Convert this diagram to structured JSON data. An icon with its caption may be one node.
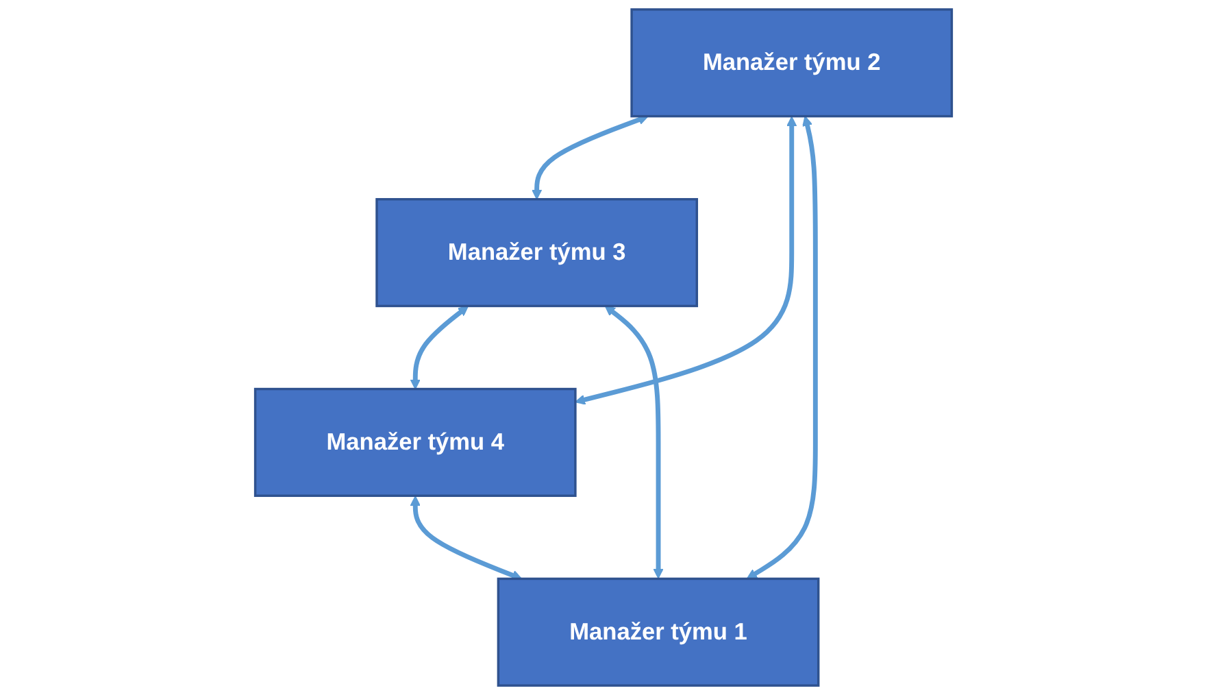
{
  "diagram": {
    "nodes": [
      {
        "text": [
          "Manažer týmu 2"
        ]
      },
      {
        "text": [
          "Manažer týmu 1"
        ]
      },
      {
        "text": [
          "Manažer týmu 3"
        ]
      },
      {
        "text": [
          "Manažer týmu 4"
        ]
      }
    ],
    "edges": [
      {
        "from": 1,
        "to": 0,
        "arrow": "both"
      },
      {
        "from": 0,
        "to": 2,
        "arrow": "both"
      },
      {
        "from": 2,
        "to": 3,
        "arrow": "both"
      },
      {
        "from": 3,
        "to": 1,
        "arrow": "both"
      },
      {
        "from": 1,
        "to": 2,
        "arrow": "both"
      },
      {
        "from": 0,
        "to": 3,
        "arrow": "both"
      }
    ]
  }
}
